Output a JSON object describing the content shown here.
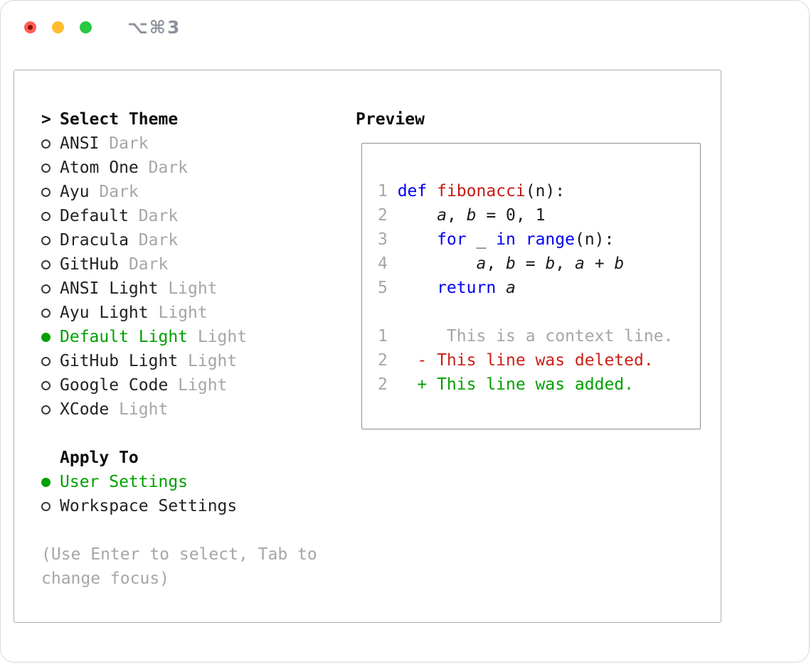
{
  "colors": {
    "accent_green": "#00a000",
    "keyword_blue": "#0000f0",
    "function_red": "#c41a16",
    "deleted_red": "#cc1f16",
    "added_green": "#00a000",
    "muted_gray": "#a6a6a6",
    "traffic_red": "#ff5f57",
    "traffic_yellow": "#febc2e",
    "traffic_green": "#28c840"
  },
  "titlebar": {
    "shortcut": "⌥⌘3",
    "icons": [
      "close-traffic-light",
      "minimize-traffic-light",
      "zoom-traffic-light"
    ]
  },
  "theme_selector": {
    "prompt": ">",
    "title": "Select Theme",
    "items": [
      {
        "name": "ANSI",
        "variant": "Dark",
        "selected": false
      },
      {
        "name": "Atom One",
        "variant": "Dark",
        "selected": false
      },
      {
        "name": "Ayu",
        "variant": "Dark",
        "selected": false
      },
      {
        "name": "Default",
        "variant": "Dark",
        "selected": false
      },
      {
        "name": "Dracula",
        "variant": "Dark",
        "selected": false
      },
      {
        "name": "GitHub",
        "variant": "Dark",
        "selected": false
      },
      {
        "name": "ANSI Light",
        "variant": "Light",
        "selected": false
      },
      {
        "name": "Ayu Light",
        "variant": "Light",
        "selected": false
      },
      {
        "name": "Default Light",
        "variant": "Light",
        "selected": true
      },
      {
        "name": "GitHub Light",
        "variant": "Light",
        "selected": false
      },
      {
        "name": "Google Code",
        "variant": "Light",
        "selected": false
      },
      {
        "name": "XCode",
        "variant": "Light",
        "selected": false
      }
    ]
  },
  "apply_to": {
    "title": "Apply To",
    "items": [
      {
        "name": "User Settings",
        "selected": true
      },
      {
        "name": "Workspace Settings",
        "selected": false
      }
    ]
  },
  "hint": "(Use Enter to select, Tab to change focus)",
  "preview": {
    "title": "Preview",
    "lines": [
      {
        "num": "1",
        "tokens": [
          {
            "t": "def",
            "c": "kw"
          },
          {
            "t": " "
          },
          {
            "t": "fibonacci",
            "c": "fn"
          },
          {
            "t": "(n):"
          }
        ]
      },
      {
        "num": "2",
        "tokens": [
          {
            "t": "    "
          },
          {
            "t": "a",
            "c": "var"
          },
          {
            "t": ", "
          },
          {
            "t": "b",
            "c": "var"
          },
          {
            "t": " = 0, 1"
          }
        ]
      },
      {
        "num": "3",
        "tokens": [
          {
            "t": "    "
          },
          {
            "t": "for",
            "c": "kw"
          },
          {
            "t": " _ "
          },
          {
            "t": "in",
            "c": "kw"
          },
          {
            "t": " "
          },
          {
            "t": "range",
            "c": "kw"
          },
          {
            "t": "(n):"
          }
        ]
      },
      {
        "num": "4",
        "tokens": [
          {
            "t": "        "
          },
          {
            "t": "a",
            "c": "var"
          },
          {
            "t": ", "
          },
          {
            "t": "b",
            "c": "var"
          },
          {
            "t": " = "
          },
          {
            "t": "b",
            "c": "var"
          },
          {
            "t": ", "
          },
          {
            "t": "a",
            "c": "var"
          },
          {
            "t": " + "
          },
          {
            "t": "b",
            "c": "var"
          }
        ]
      },
      {
        "num": "5",
        "tokens": [
          {
            "t": "    "
          },
          {
            "t": "return",
            "c": "kw"
          },
          {
            "t": " "
          },
          {
            "t": "a",
            "c": "var"
          }
        ]
      },
      {
        "num": "",
        "tokens": []
      },
      {
        "num": "1",
        "tokens": [
          {
            "t": "     This is a context line.",
            "c": "ctx"
          }
        ]
      },
      {
        "num": "2",
        "tokens": [
          {
            "t": "  - This line was deleted.",
            "c": "del"
          }
        ]
      },
      {
        "num": "2",
        "tokens": [
          {
            "t": "  + This line was added.",
            "c": "add"
          }
        ]
      }
    ]
  }
}
